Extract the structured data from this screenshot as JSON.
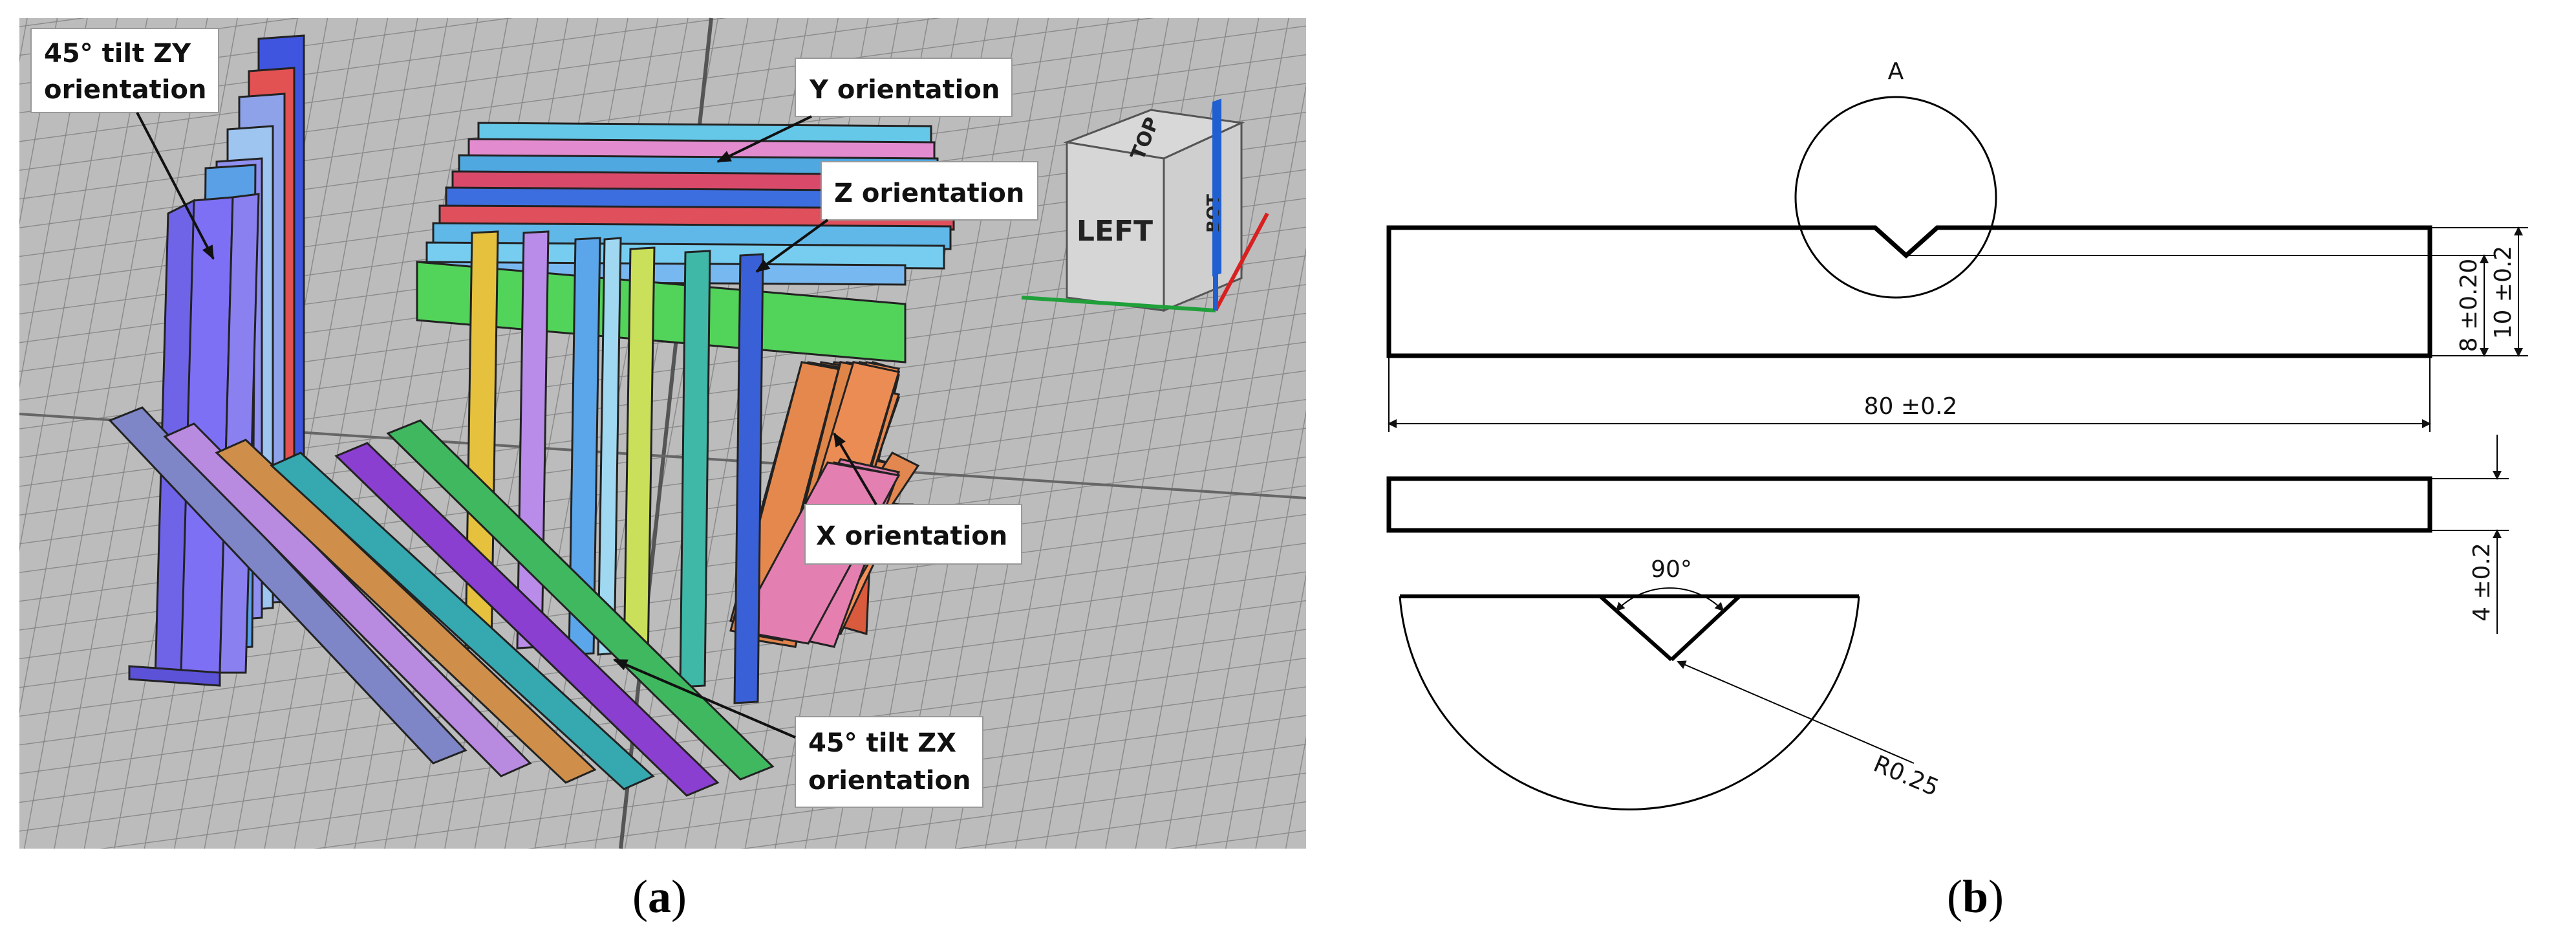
{
  "panel_a": {
    "labels": {
      "zy": [
        "45° tilt ZY",
        "orientation"
      ],
      "y": [
        "Y orientation"
      ],
      "z": [
        "Z orientation"
      ],
      "x": [
        "X orientation"
      ],
      "zx": [
        "45° tilt ZX",
        "orientation"
      ]
    },
    "view_cube": {
      "front": "LEFT",
      "top": "TOP",
      "side": "BOT"
    },
    "colors": {
      "background": "#b9b9b9",
      "grid": "#8c8c8c",
      "label_box": "#ffffff"
    }
  },
  "panel_b": {
    "detail_label": "A",
    "dims": {
      "length": "80 ±0.2",
      "notch_depth": "8 ±0.20",
      "height": "10 ±0.2",
      "thickness": "4 ±0.2",
      "angle": "90°",
      "radius": "R0.25"
    }
  },
  "captions": {
    "a": "a",
    "b": "b"
  }
}
